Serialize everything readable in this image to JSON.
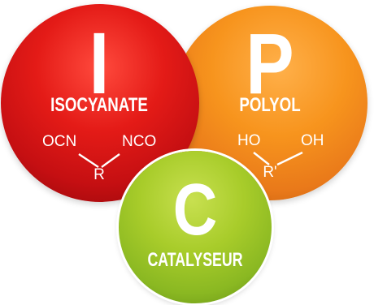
{
  "isocyanate": {
    "letter": "I",
    "label": "ISOCYANATE",
    "left_group": "OCN",
    "right_group": "NCO",
    "center_group": "R"
  },
  "polyol": {
    "letter": "P",
    "label": "POLYOL",
    "left_group": "HO",
    "right_group": "OH",
    "center_group": "R'"
  },
  "catalyseur": {
    "letter": "C",
    "label": "CATALYSEUR"
  },
  "colors": {
    "isocyanate": "#e41b17",
    "polyol": "#f7941d",
    "catalyseur": "#a8cc2a",
    "text": "#ffffff"
  }
}
